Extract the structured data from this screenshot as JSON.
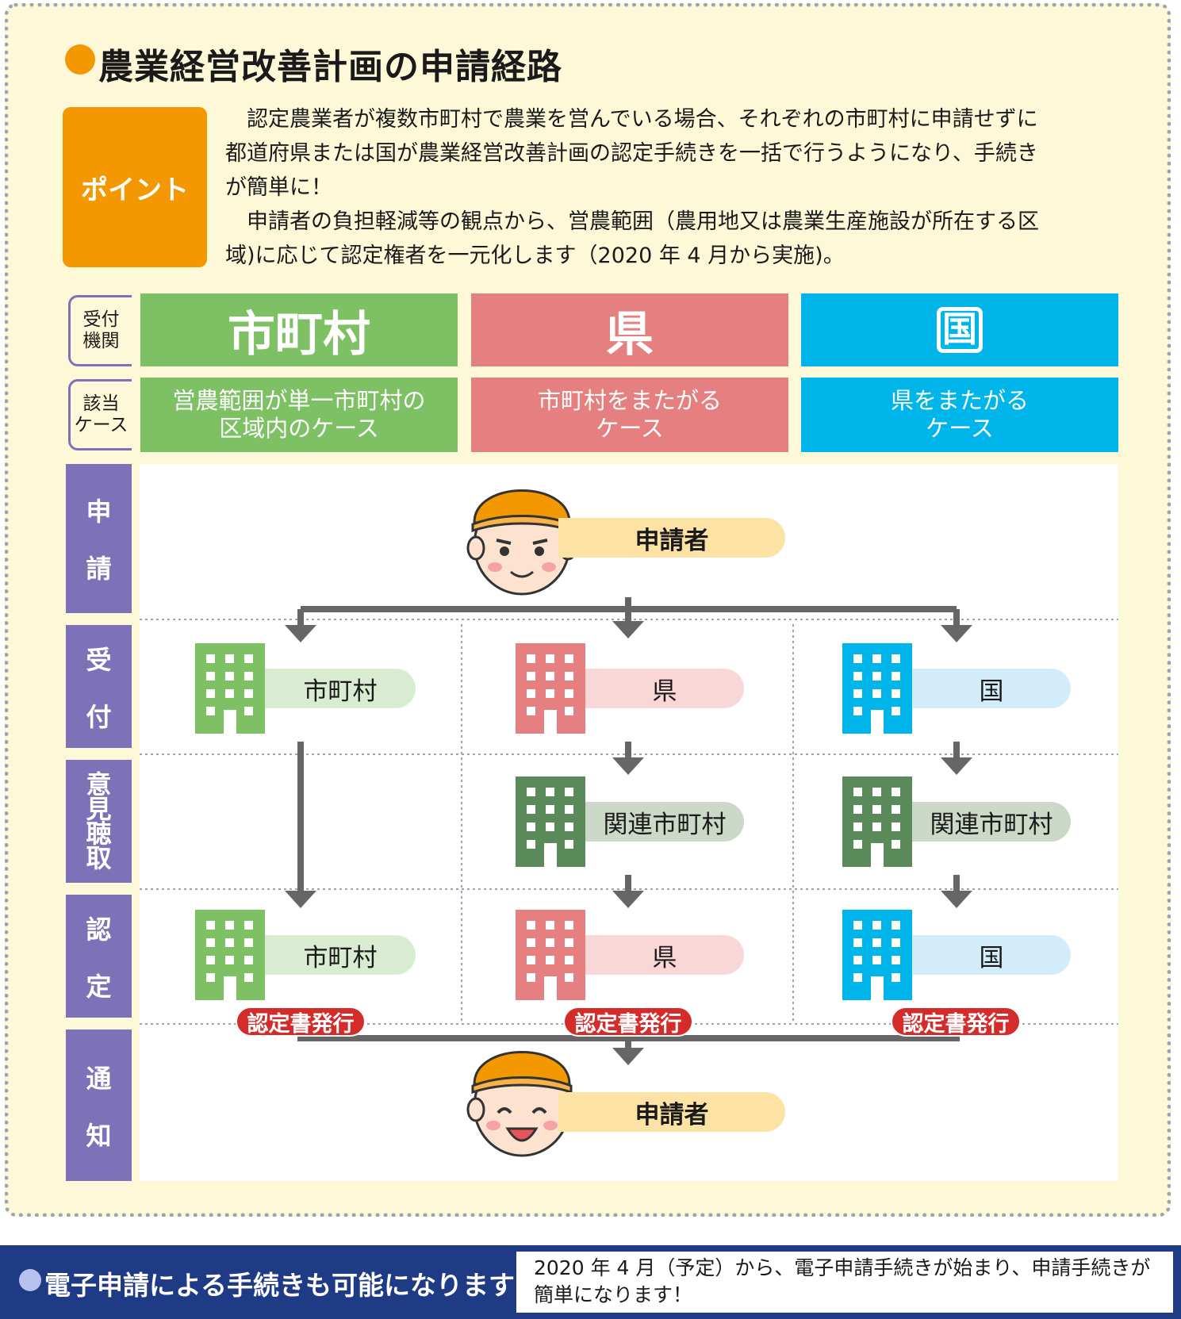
{
  "title": "農業経営改善計画の申請経路",
  "point": {
    "label": "ポイント",
    "lines": [
      "　認定農業者が複数市町村で農業を営んでいる場合、それぞれの市町村に申請せずに",
      "都道府県または国が農業経営改善計画の認定手続きを一括で行うようになり、手続き",
      "が簡単に！",
      "　申請者の負担軽減等の観点から、営農範囲（農用地又は農業生産施設が所在する区",
      "域)に応じて認定権者を一元化します（2020 年 4 月から実施)。"
    ]
  },
  "row_labels": {
    "reception": [
      "受付",
      "機関"
    ],
    "case": [
      "該当",
      "ケース"
    ]
  },
  "columns": [
    {
      "head": "市町村",
      "case": [
        "営農範囲が単一市町村の",
        "区域内のケース"
      ],
      "accept": "市町村",
      "opinion": "",
      "certify": "市町村",
      "badge": "認定書発行",
      "color": "#7ec064",
      "light": "#d9ecd1"
    },
    {
      "head": "県",
      "case": [
        "市町村をまたがる",
        "ケース"
      ],
      "accept": "県",
      "opinion": "関連市町村",
      "certify": "県",
      "badge": "認定書発行",
      "color": "#e57f80",
      "light": "#f8d7d6"
    },
    {
      "head": "国",
      "case": [
        "県をまたがる",
        "ケース"
      ],
      "accept": "国",
      "opinion": "関連市町村",
      "certify": "国",
      "badge": "認定書発行",
      "color": "#00b5ea",
      "light": "#d3ecf9"
    }
  ],
  "stages": [
    [
      "申",
      "請"
    ],
    [
      "受",
      "付"
    ],
    [
      "意",
      "見",
      "聴",
      "取"
    ],
    [
      "認",
      "定"
    ],
    [
      "通",
      "知"
    ]
  ],
  "applicant": "申請者",
  "colors": {
    "orange": "#f39800",
    "purple": "#7d72b8",
    "dark_green": "#5a8a5a",
    "bar_orange": "#fde2a6",
    "bar_gray_green": "#cdd9c8",
    "navy": "#1f3b86",
    "badge_red": "#d42b2b"
  },
  "icons": [
    "applicant-face-icon",
    "building-icon",
    "arrow-down-icon"
  ],
  "footer": {
    "label": "電子申請による手続きも可能になります",
    "text": [
      "2020 年 4 月（予定）から、電子申請手続きが始まり、申請手続きが",
      "簡単になります！"
    ]
  }
}
